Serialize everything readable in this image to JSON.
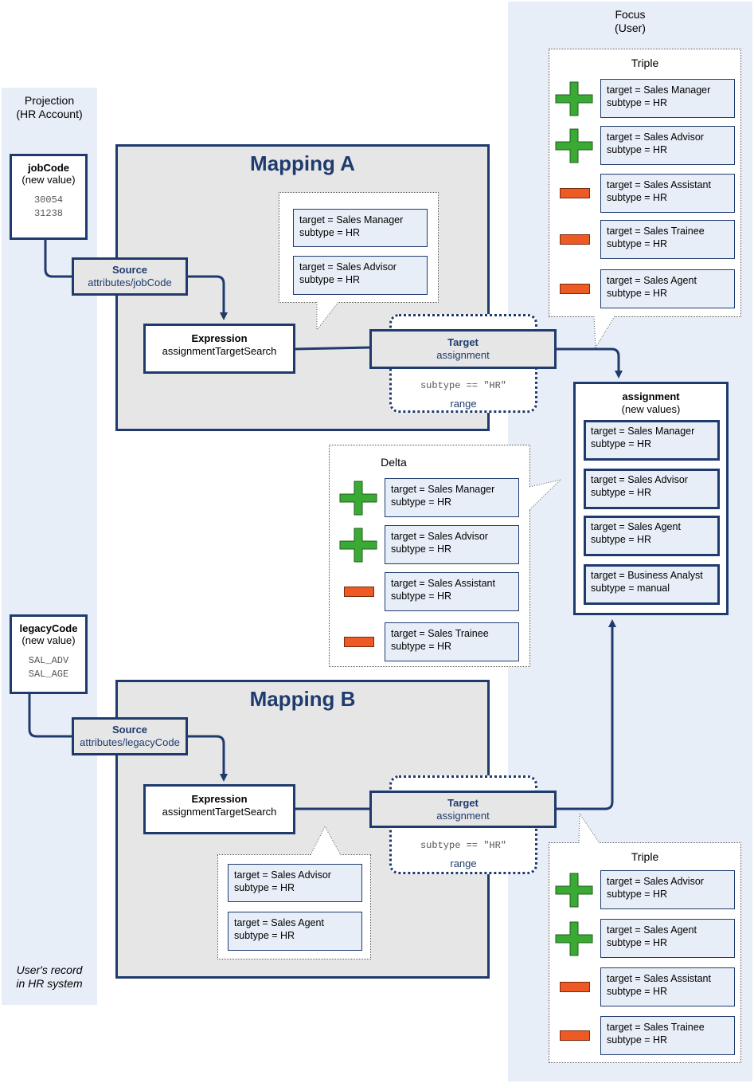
{
  "projection": {
    "line1": "Projection",
    "line2": "(HR Account)",
    "footer_line1": "User's record",
    "footer_line2": "in HR system"
  },
  "focus": {
    "line1": "Focus",
    "line2": "(User)"
  },
  "mapping_a": {
    "title": "Mapping A",
    "input_box": {
      "title": "jobCode",
      "subtitle": "(new value)",
      "values": [
        "30054",
        "31238"
      ]
    },
    "source": {
      "label": "Source",
      "path": "attributes/jobCode"
    },
    "expression": {
      "label": "Expression",
      "value": "assignmentTargetSearch"
    },
    "target": {
      "label": "Target",
      "value": "assignment",
      "condition": "subtype == \"HR\"",
      "range_label": "range"
    },
    "expression_results": [
      {
        "l1": "target = Sales Manager",
        "l2": "subtype = HR"
      },
      {
        "l1": "target = Sales Advisor",
        "l2": "subtype = HR"
      }
    ]
  },
  "mapping_b": {
    "title": "Mapping B",
    "input_box": {
      "title": "legacyCode",
      "subtitle": "(new value)",
      "values": [
        "SAL_ADV",
        "SAL_AGE"
      ]
    },
    "source": {
      "label": "Source",
      "path": "attributes/legacyCode"
    },
    "expression": {
      "label": "Expression",
      "value": "assignmentTargetSearch"
    },
    "target": {
      "label": "Target",
      "value": "assignment",
      "condition": "subtype == \"HR\"",
      "range_label": "range"
    },
    "expression_results": [
      {
        "l1": "target = Sales Advisor",
        "l2": "subtype = HR"
      },
      {
        "l1": "target = Sales Agent",
        "l2": "subtype = HR"
      }
    ]
  },
  "triple_a": {
    "title": "Triple",
    "items": [
      {
        "sign": "plus",
        "l1": "target = Sales Manager",
        "l2": "subtype = HR"
      },
      {
        "sign": "plus",
        "l1": "target = Sales Advisor",
        "l2": "subtype = HR"
      },
      {
        "sign": "minus",
        "l1": "target = Sales Assistant",
        "l2": "subtype = HR"
      },
      {
        "sign": "minus",
        "l1": "target = Sales Trainee",
        "l2": "subtype = HR"
      },
      {
        "sign": "minus",
        "l1": "target = Sales Agent",
        "l2": "subtype = HR"
      }
    ]
  },
  "triple_b": {
    "title": "Triple",
    "items": [
      {
        "sign": "plus",
        "l1": "target = Sales Advisor",
        "l2": "subtype = HR"
      },
      {
        "sign": "plus",
        "l1": "target = Sales Agent",
        "l2": "subtype = HR"
      },
      {
        "sign": "minus",
        "l1": "target = Sales Assistant",
        "l2": "subtype = HR"
      },
      {
        "sign": "minus",
        "l1": "target = Sales Trainee",
        "l2": "subtype = HR"
      }
    ]
  },
  "delta": {
    "title": "Delta",
    "items": [
      {
        "sign": "plus",
        "l1": "target = Sales Manager",
        "l2": "subtype = HR"
      },
      {
        "sign": "plus",
        "l1": "target = Sales Advisor",
        "l2": "subtype = HR"
      },
      {
        "sign": "minus",
        "l1": "target = Sales Assistant",
        "l2": "subtype = HR"
      },
      {
        "sign": "minus",
        "l1": "target = Sales Trainee",
        "l2": "subtype = HR"
      }
    ]
  },
  "assignment": {
    "title": "assignment",
    "subtitle": "(new values)",
    "items": [
      {
        "l1": "target = Sales Manager",
        "l2": "subtype = HR"
      },
      {
        "l1": "target = Sales Advisor",
        "l2": "subtype = HR"
      },
      {
        "l1": "target = Sales Agent",
        "l2": "subtype = HR"
      },
      {
        "l1": "target = Business Analyst",
        "l2": "subtype = manual"
      }
    ]
  },
  "colors": {
    "navy": "#1f3b6e",
    "plus": "#3aaa35",
    "minus": "#ee5a24",
    "panel": "#e8eef7",
    "mapping_bg": "#e6e6e6"
  }
}
